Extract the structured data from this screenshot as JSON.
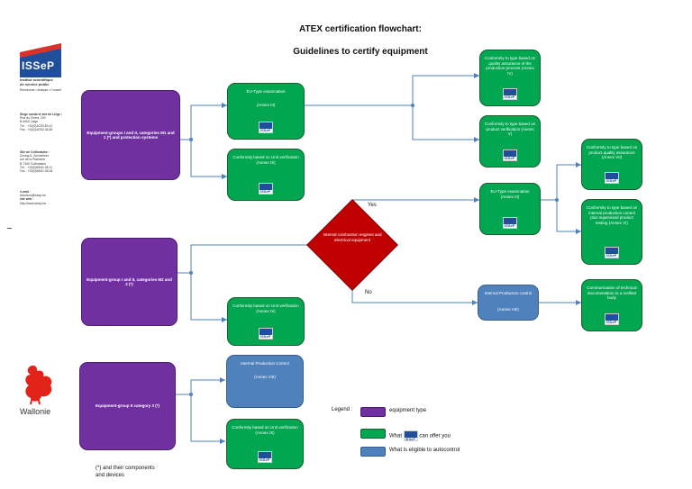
{
  "title": "ATEX certification flowchart:",
  "subtitle": "Guidelines to certify equipment",
  "sidebar": {
    "logo_text": "ISSeP",
    "institute": [
      "Institut scientifique",
      "de service public"
    ],
    "tagline": "Recherche • Analyse • Conseil",
    "hq_title": "Siège social et site de Liège :",
    "hq_lines": [
      "Rue du Chéra, 200",
      "B-4000 Liège",
      "Tél. : +32(0)4/229.83.11",
      "Fax : +32(0)4/252.46.65"
    ],
    "colfontaine_title": "Site de Colfontaine :",
    "colfontaine_lines": [
      "Zoning A. Schweitzer",
      "rue de la Platinerie",
      "B-7340 Colfontaine",
      "Tél. : +32(0)65/61.08.11",
      "Fax : +32(0)65/61.08.08"
    ],
    "email_title": "e-mail :",
    "email": "direction@issep.be",
    "web_title": "site web :",
    "web": "http://www.issep.be",
    "region": "Wallonie"
  },
  "nodes": {
    "p1": "Equipment-groups I and II, categories M1 and 1 (*) and protection systems",
    "p2": "Equipment-group I and II, categories M2 and 2 (*)",
    "p3": "Equipment-group II category 3 (*)",
    "g_eu1_title": "EU-Type examination",
    "g_eu1_annex": "(Annex III)",
    "g_unit1": "Conformity based on Unit verification (Annex IX)",
    "g_qa": "Conformity to type based on quality assurance of the production process (Annex IV)",
    "g_pv": "Conformity to type based on product verification (Annex V)",
    "diamond": "Internal combustion engines and electrical equipment",
    "yes": "Yes",
    "no": "No",
    "g_eu2": "EU-Type examination (Annex III)",
    "g_pq": "Conformity to type based on product quality assurance (Annex VII)",
    "g_ipc_sup": "Conformity to type based on internal production control plus supervised product testing (Annex VI)",
    "b_ipc2_title": "Internal Production control",
    "b_ipc2_annex": "(Annex VIII)",
    "g_comm": "Communication of technical documentation to a notified body",
    "g_unit2": "Conformity based on Unit verification (Annex IX)",
    "b_ipc3_title": "Internal Production Control",
    "b_ipc3_annex": "(Annex VIII)",
    "g_unit3": "Conformity based on Unit verification (Annex IX)"
  },
  "legend": {
    "title": "Legend :",
    "items": [
      {
        "label": "equipment type",
        "color": "#7030a0"
      },
      {
        "label_pre": "What",
        "label_post": "can offer you",
        "color": "#00a650"
      },
      {
        "label": "What is eligible to autocontrol",
        "color": "#4f81bd"
      }
    ]
  },
  "footnote": [
    "(*) and their components",
    "and devices"
  ],
  "colors": {
    "purple": "#7030a0",
    "green": "#00a650",
    "blue": "#4f81bd",
    "red": "#c00000",
    "line": "#4f81bd"
  }
}
